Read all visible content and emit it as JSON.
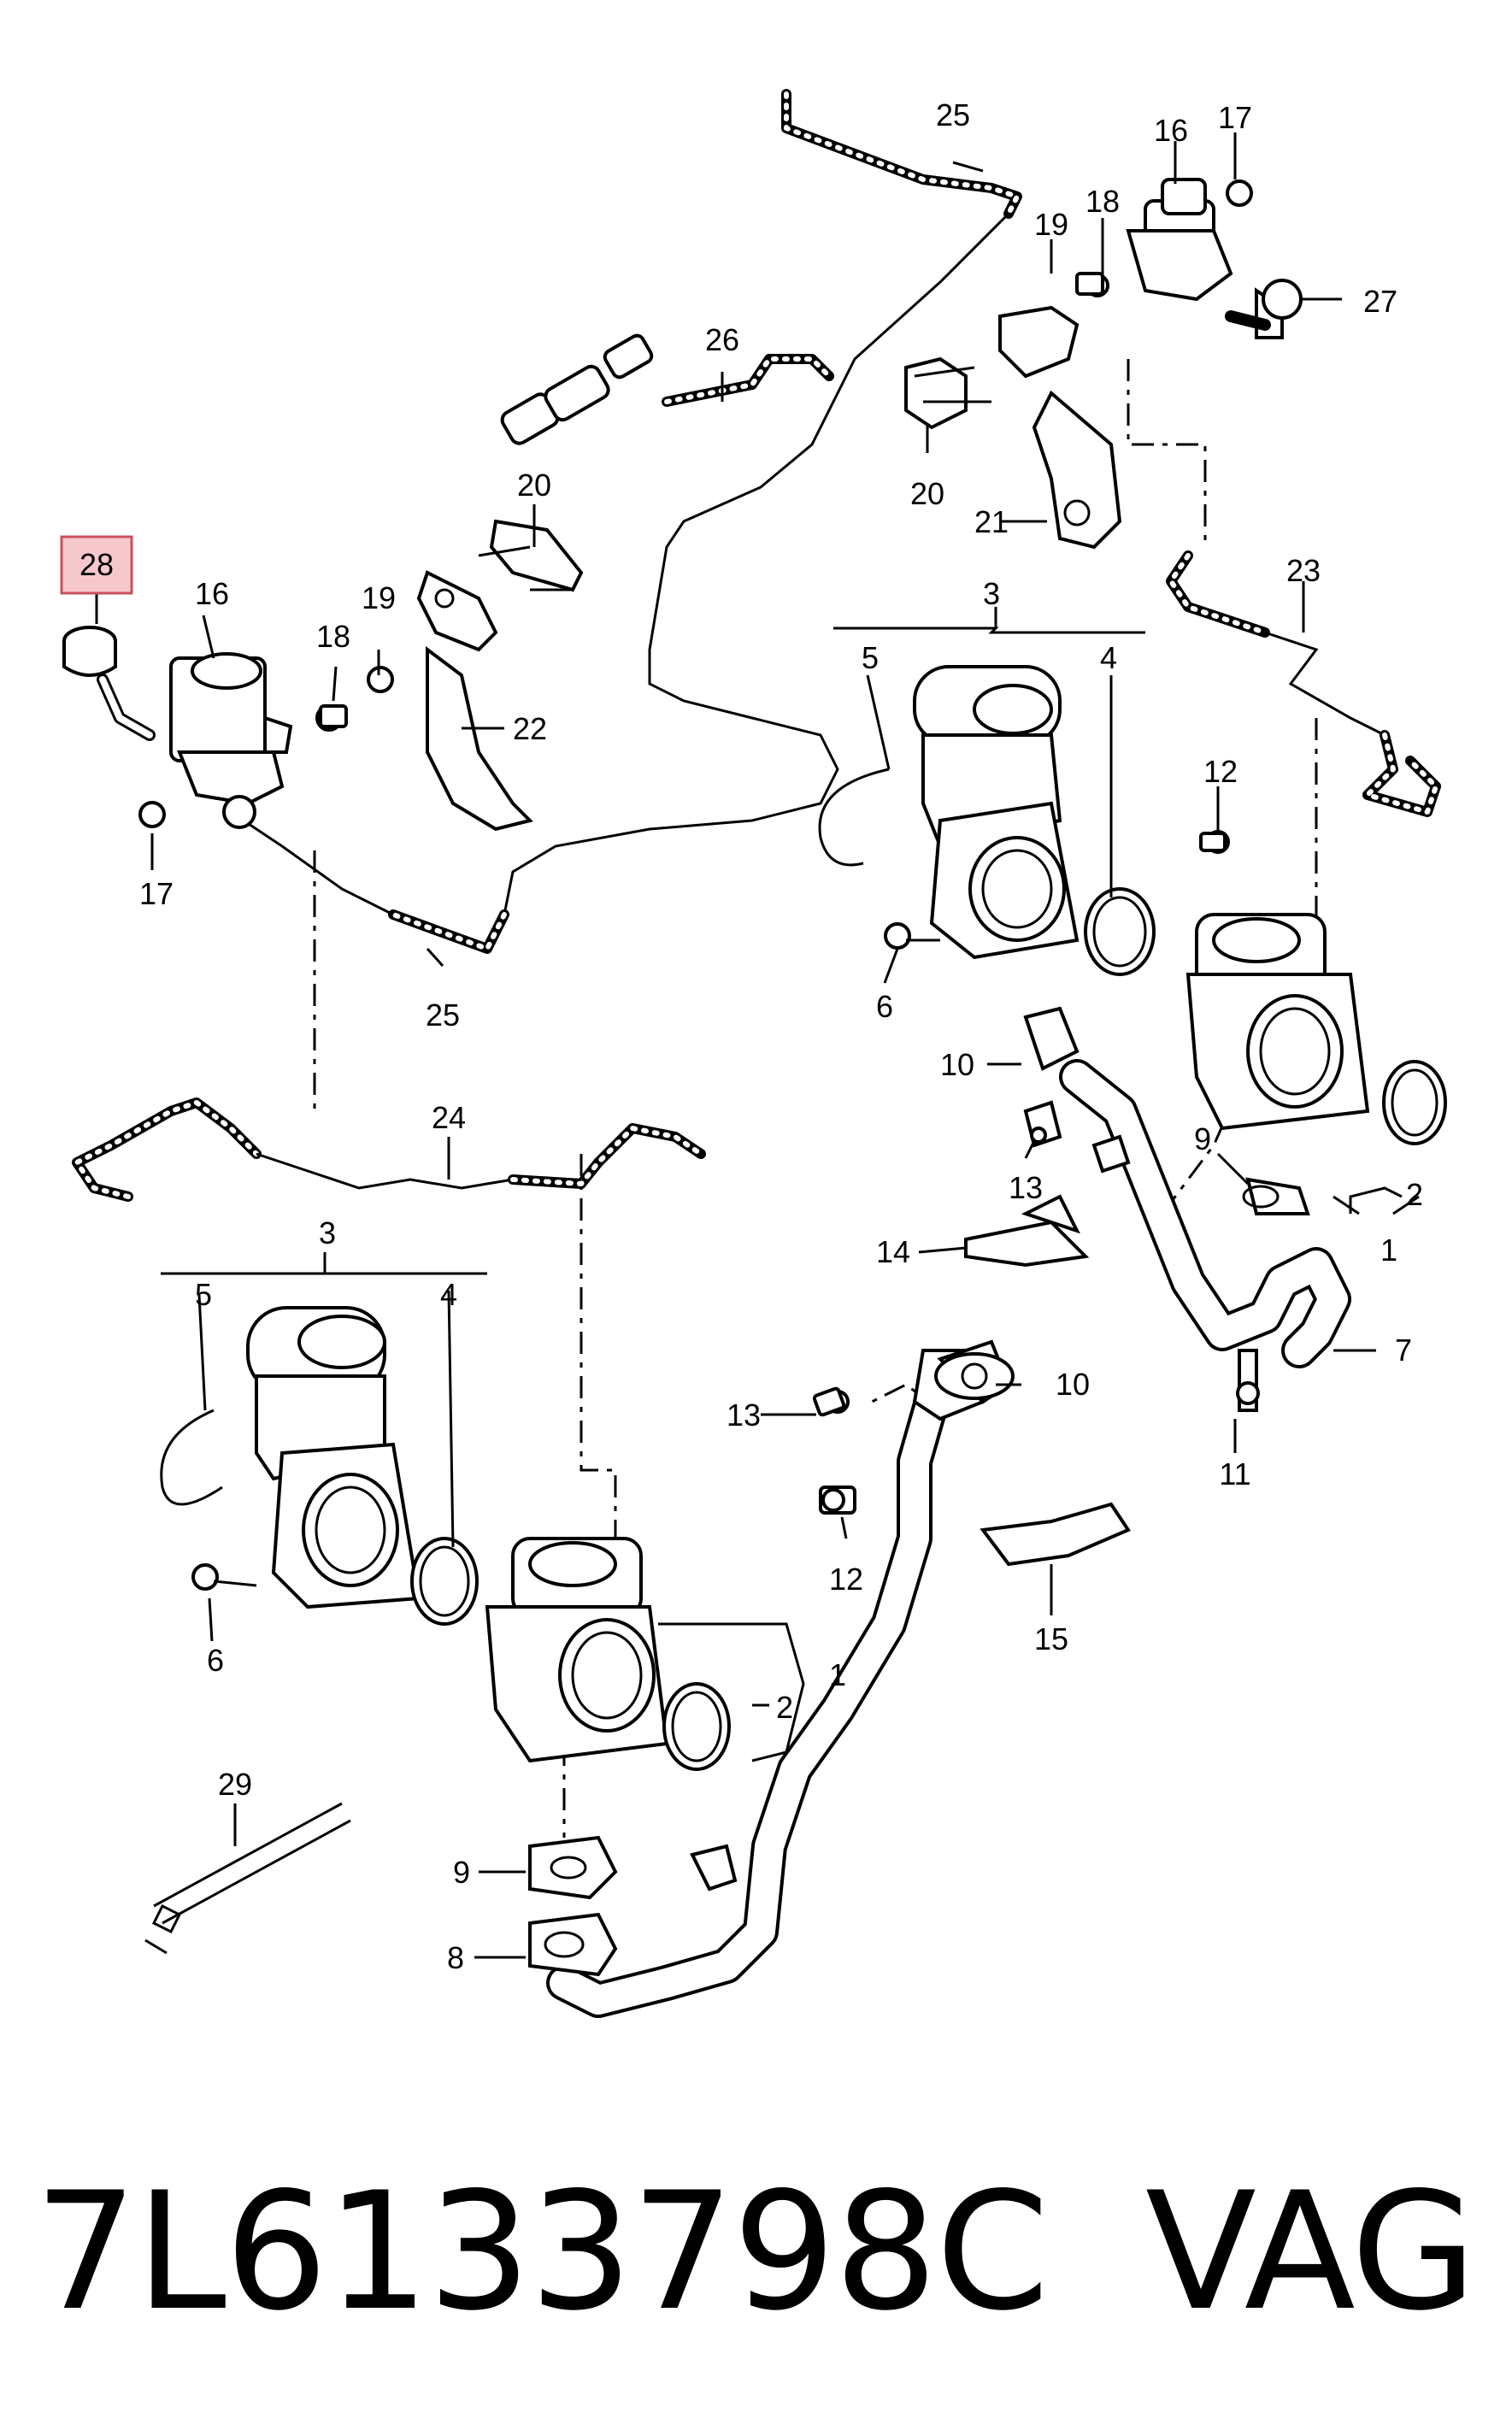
{
  "callouts": {
    "c1a": "1",
    "c1b": "1",
    "c2a": "2",
    "c2b": "2",
    "c3a": "3",
    "c3b": "3",
    "c4a": "4",
    "c4b": "4",
    "c5a": "5",
    "c5b": "5",
    "c6a": "6",
    "c6b": "6",
    "c7": "7",
    "c8": "8",
    "c9a": "9",
    "c9b": "9",
    "c10a": "10",
    "c10b": "10",
    "c11": "11",
    "c12a": "12",
    "c12b": "12",
    "c13a": "13",
    "c13b": "13",
    "c14": "14",
    "c15": "15",
    "c16a": "16",
    "c16b": "16",
    "c17a": "17",
    "c17b": "17",
    "c18a": "18",
    "c18b": "18",
    "c19a": "19",
    "c19b": "19",
    "c20a": "20",
    "c20b": "20",
    "c21": "21",
    "c22": "22",
    "c23": "23",
    "c24": "24",
    "c25a": "25",
    "c25b": "25",
    "c26": "26",
    "c27": "27",
    "c28": "28",
    "c29": "29"
  },
  "highlight": {
    "part": "28",
    "fill": "#f6c8cc",
    "border": "#c9515c"
  },
  "footer": {
    "part_number": "7L6133798C",
    "brand": "VAG"
  }
}
